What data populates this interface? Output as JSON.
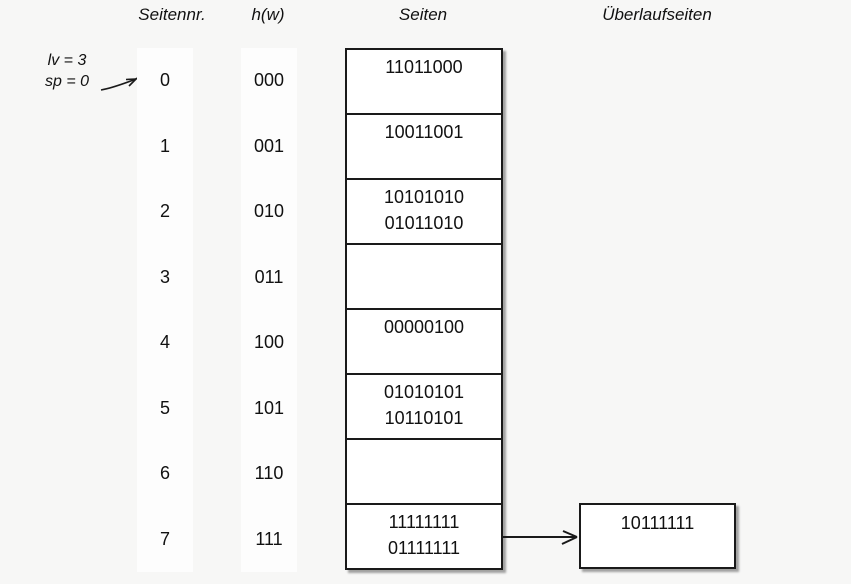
{
  "colors": {
    "background": "#f7f7f6",
    "column_background": "#fdfdfd",
    "box_background": "#ffffff",
    "border": "#1a1a1a",
    "text": "#111111"
  },
  "headers": {
    "page_number": "Seitennr.",
    "hash_function": "h(w)",
    "pages": "Seiten",
    "overflow_pages": "Überlaufseiten"
  },
  "annotation": {
    "line1": "lv = 3",
    "line2": "sp = 0"
  },
  "rows": [
    {
      "page_no": "0",
      "hash": "000",
      "values": [
        "11011000"
      ]
    },
    {
      "page_no": "1",
      "hash": "001",
      "values": [
        "10011001"
      ]
    },
    {
      "page_no": "2",
      "hash": "010",
      "values": [
        "10101010",
        "01011010"
      ]
    },
    {
      "page_no": "3",
      "hash": "011",
      "values": []
    },
    {
      "page_no": "4",
      "hash": "100",
      "values": [
        "00000100"
      ]
    },
    {
      "page_no": "5",
      "hash": "101",
      "values": [
        "01010101",
        "10110101"
      ]
    },
    {
      "page_no": "6",
      "hash": "110",
      "values": []
    },
    {
      "page_no": "7",
      "hash": "111",
      "values": [
        "11111111",
        "01111111"
      ]
    }
  ],
  "overflow": {
    "linked_row": "7",
    "values": [
      "10111111"
    ]
  }
}
